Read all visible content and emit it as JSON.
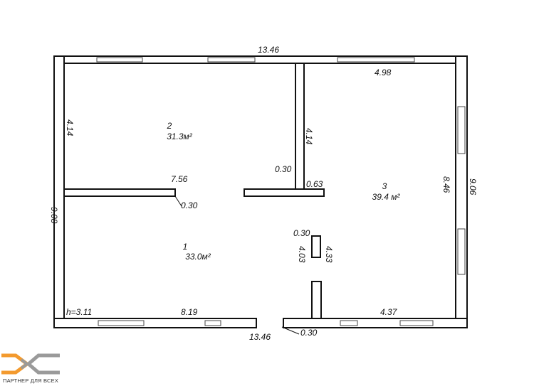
{
  "plan": {
    "overall_width_top": "13.46",
    "overall_width_bottom": "13.46",
    "overall_height_left": "9.08",
    "overall_height_right": "9.06",
    "dims": {
      "room2_height": "4.14",
      "partition_height": "4.14",
      "room3_width": "4.98",
      "partition_length": "7.56",
      "partition_thickness_left": "0.30",
      "partition_thickness_center": "0.30",
      "stub_length": "0.63",
      "room3_height": "8.46",
      "column_thickness": "0.30",
      "column_dim_a": "4.03",
      "column_dim_b": "4.33",
      "ceiling_height": "h=3.11",
      "room1_width": "8.19",
      "room3_bottom_width": "4.37",
      "door_dim": "0.30"
    },
    "rooms": [
      {
        "number": "1",
        "area": "33.0м²"
      },
      {
        "number": "2",
        "area": "31.3м²"
      },
      {
        "number": "3",
        "area": "39.4 м²"
      }
    ]
  },
  "brand": {
    "tagline": "ПАРТНЕР ДЛЯ ВСЕХ",
    "color_primary": "#f39a2e",
    "color_secondary": "#9a9a9a"
  }
}
